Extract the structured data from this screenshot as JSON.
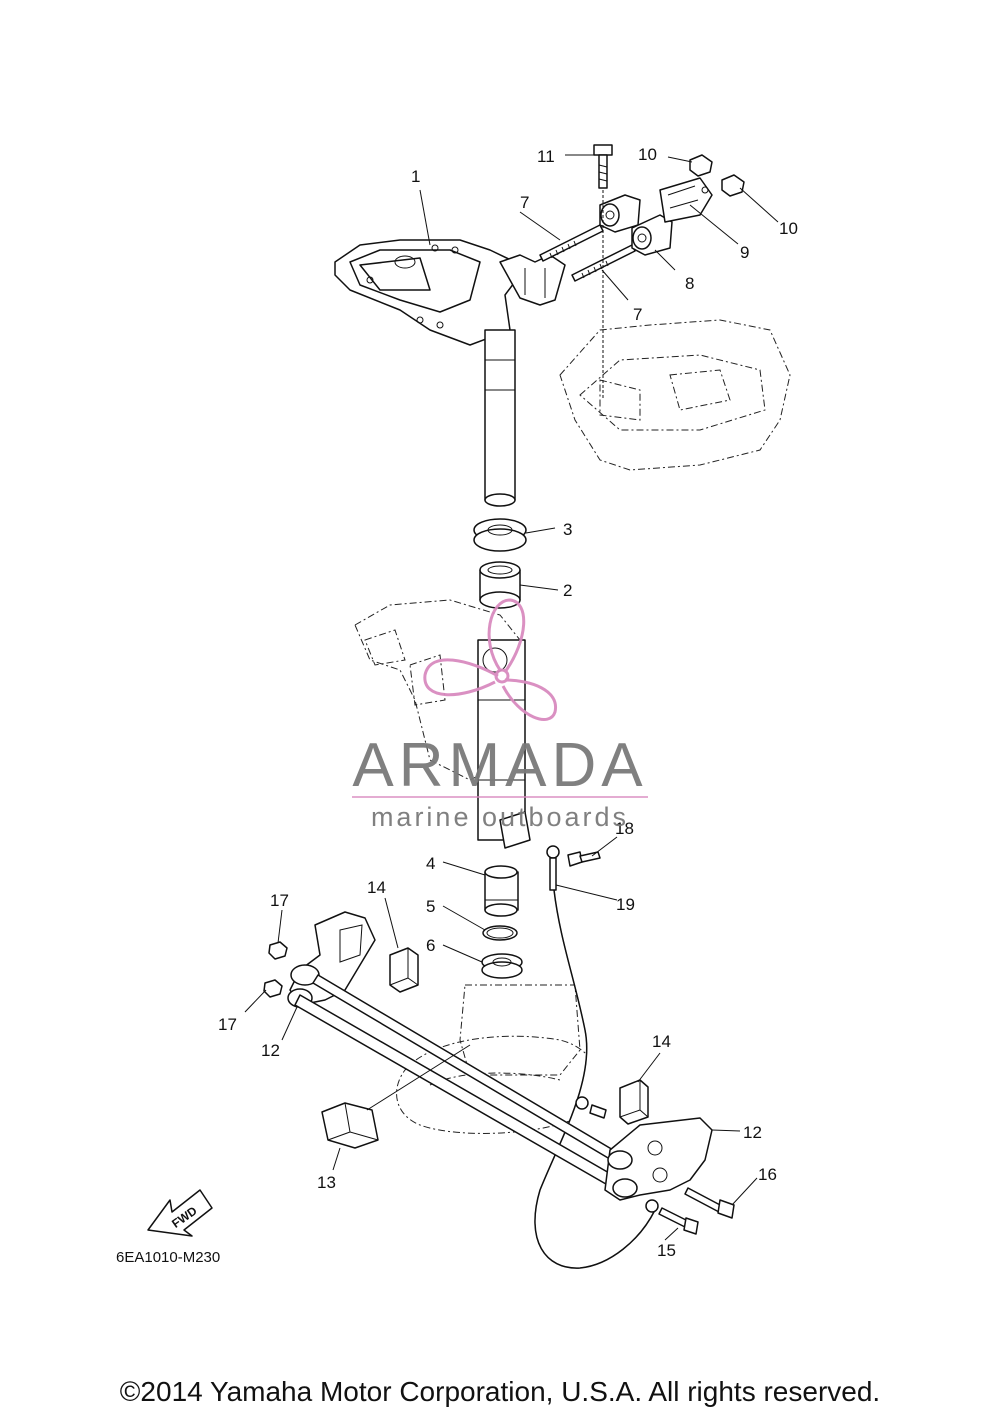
{
  "diagram": {
    "code": "6EA1010-M230",
    "fwd_label": "FWD",
    "callouts": [
      "1",
      "2",
      "3",
      "4",
      "5",
      "6",
      "7",
      "7",
      "8",
      "9",
      "10",
      "10",
      "11",
      "12",
      "12",
      "13",
      "14",
      "14",
      "15",
      "16",
      "17",
      "17",
      "18",
      "19"
    ]
  },
  "watermark": {
    "brand": "ARMADA",
    "tagline": "marine outboards",
    "accent_color": "#d98bbf",
    "text_color": "#7a7a7a"
  },
  "footer": {
    "copyright": "©2014 Yamaha Motor Corporation, U.S.A. All rights reserved."
  }
}
